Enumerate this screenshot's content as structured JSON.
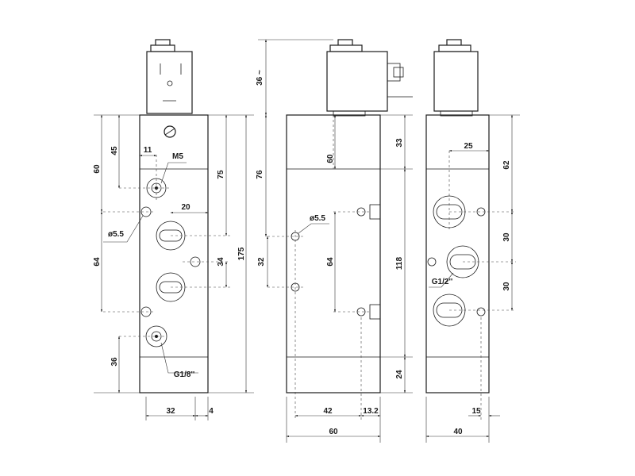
{
  "front_view": {
    "labels": {
      "d45": "45",
      "d11": "11",
      "m5": "M5",
      "d60": "60",
      "d75": "75",
      "d20": "20",
      "phi55": "ø5.5",
      "d64": "64",
      "d34": "34",
      "d175": "175",
      "d36": "36",
      "g18": "G1/8''",
      "d32": "32",
      "d4": "4"
    }
  },
  "side_view": {
    "labels": {
      "d36coil": "36 ~",
      "d33": "33",
      "d76": "76",
      "d60": "60",
      "phi55": "ø5.5",
      "d32": "32",
      "d64": "64",
      "d118": "118",
      "d24": "24",
      "d42": "42",
      "d132": "13.2",
      "d60w": "60"
    }
  },
  "end_view": {
    "labels": {
      "d25": "25",
      "d62": "62",
      "d30a": "30",
      "g12": "G1/2''",
      "d30b": "30",
      "d15": "15",
      "d40": "40"
    }
  },
  "colors": {
    "line": "#1a1a1a",
    "background": "#ffffff"
  }
}
